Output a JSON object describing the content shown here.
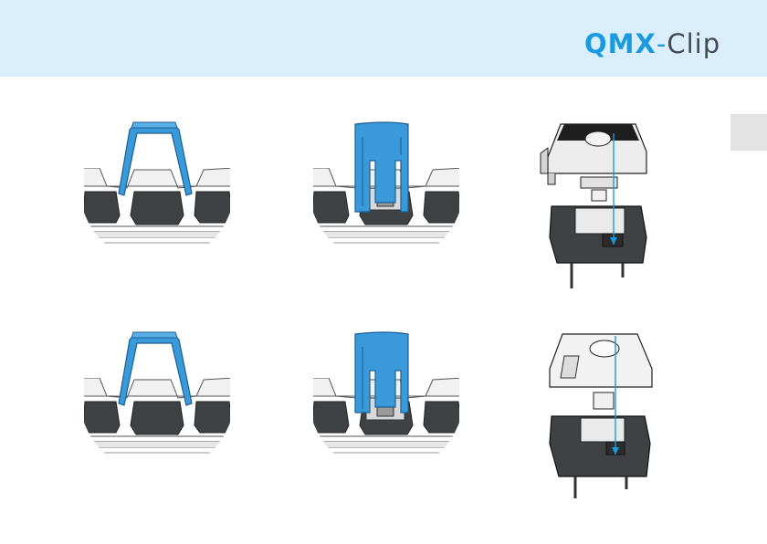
{
  "header": {
    "brand": {
      "prefix": "QMX",
      "separator": "-",
      "suffix": "Clip"
    }
  },
  "colors": {
    "header_bg": "#dbeefb",
    "accent_blue": "#1a9be0",
    "clip_blue": "#3a9ad9",
    "clip_edge": "#1a5f95",
    "switch_dark": "#3f4245",
    "switch_light": "#e8e8e8",
    "side_tab": "#e3e3e3"
  },
  "figures": {
    "step1_clip_insert": {
      "icon": "clip-insert-illustration"
    },
    "step2_clip_hold": {
      "icon": "clip-hold-illustration"
    },
    "step3_top_removed_dark": {
      "icon": "switch-exploded-dark-top-illustration"
    },
    "step4_clip_insert": {
      "icon": "clip-insert-illustration"
    },
    "step5_clip_hold": {
      "icon": "clip-hold-illustration"
    },
    "step6_top_removed_clear": {
      "icon": "switch-exploded-clear-top-illustration"
    }
  }
}
